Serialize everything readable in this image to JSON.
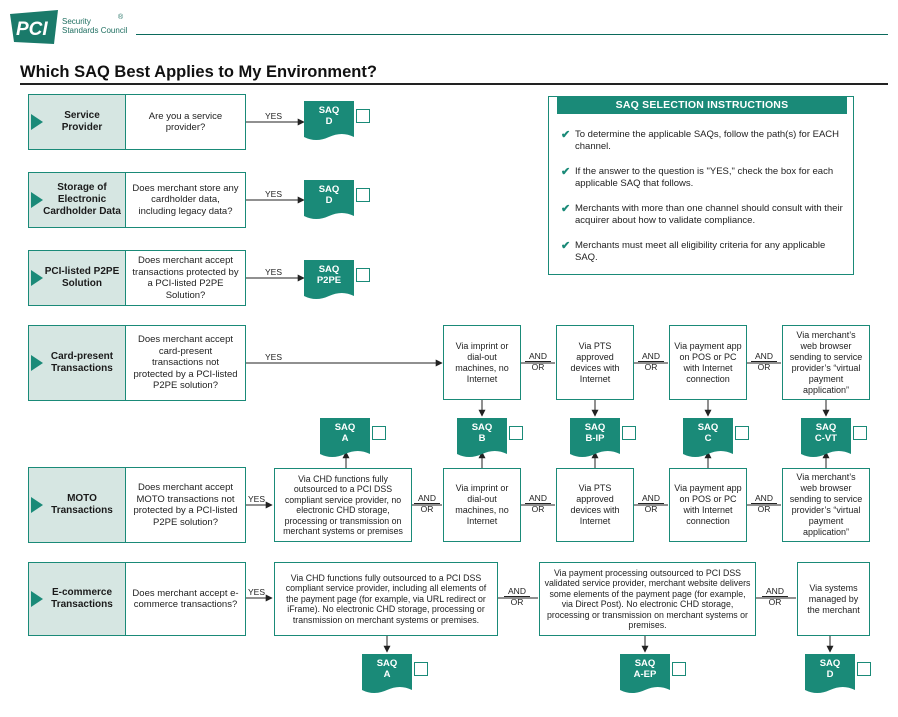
{
  "header": {
    "logo_letters": "PCI",
    "org_line1": "Security",
    "org_line2": "Standards Council",
    "reg": "®"
  },
  "page_title": "Which SAQ Best Applies to My Environment?",
  "colors": {
    "brand_teal": "#1a8a78",
    "label_bg": "#d6e6e2",
    "doc_fill": "#1a8a78"
  },
  "rows": {
    "service": {
      "label": "Service Provider",
      "question": "Are you a service provider?",
      "yes": "YES",
      "saq": {
        "line1": "SAQ",
        "line2": "D"
      }
    },
    "storage": {
      "label": "Storage of Electronic Cardholder Data",
      "question": "Does merchant store any cardholder data, including legacy data?",
      "yes": "YES",
      "saq": {
        "line1": "SAQ",
        "line2": "D"
      }
    },
    "p2pe": {
      "label": "PCI-listed P2PE Solution",
      "question": "Does merchant accept transactions protected by a PCI-listed P2PE Solution?",
      "yes": "YES",
      "saq": {
        "line1": "SAQ",
        "line2": "P2PE"
      }
    },
    "card_present": {
      "label": "Card-present Transactions",
      "question": "Does merchant accept card-present transactions not protected by a PCI-listed P2PE solution?",
      "yes": "YES",
      "opts": [
        "Via imprint or dial-out machines, no Internet",
        "Via PTS approved devices with Internet",
        "Via payment app on POS or PC with Internet connection",
        "Via merchant’s web browser sending to service provider’s “virtual payment application”"
      ],
      "saqs": [
        {
          "line1": "SAQ",
          "line2": "B"
        },
        {
          "line1": "SAQ",
          "line2": "B-IP"
        },
        {
          "line1": "SAQ",
          "line2": "C"
        },
        {
          "line1": "SAQ",
          "line2": "C-VT"
        }
      ]
    },
    "shared_saq_a": {
      "line1": "SAQ",
      "line2": "A"
    },
    "moto": {
      "label": "MOTO Transactions",
      "question": "Does merchant accept MOTO transactions not protected by a PCI-listed P2PE solution?",
      "yes": "YES",
      "chd": "Via CHD functions fully outsourced to a PCI DSS compliant service provider, no electronic CHD storage, processing or transmission on merchant systems or premises",
      "opts": [
        "Via imprint or dial-out machines, no Internet",
        "Via PTS approved devices with Internet",
        "Via payment app on POS or PC with Internet connection",
        "Via merchant’s web browser sending to service provider’s “virtual payment application”"
      ]
    },
    "ecom": {
      "label": "E-commerce Transactions",
      "question": "Does merchant accept e-commerce transactions?",
      "yes": "YES",
      "opt1": "Via CHD functions fully outsourced to a PCI DSS compliant service provider, including all elements of the payment page (for example, via URL redirect or iFrame). No electronic CHD storage, processing or transmission on merchant systems or premises.",
      "opt2": "Via payment processing outsourced to PCI DSS validated service provider, merchant website delivers some elements of the payment page (for example, via Direct Post). No electronic CHD storage, processing or transmission on merchant systems or premises.",
      "opt3": "Via systems managed by the merchant",
      "saqs": [
        {
          "line1": "SAQ",
          "line2": "A"
        },
        {
          "line1": "SAQ",
          "line2": "A-EP"
        },
        {
          "line1": "SAQ",
          "line2": "D"
        }
      ]
    }
  },
  "connector": {
    "and": "AND",
    "or": "OR"
  },
  "instructions": {
    "heading": "SAQ SELECTION INSTRUCTIONS",
    "items": [
      "To determine the applicable SAQs, follow the path(s) for EACH channel.",
      "If the answer to the question is \"YES,\" check the box for each applicable SAQ that follows.",
      "Merchants with more than one channel should consult with their acquirer about how to validate compliance.",
      "Merchants must meet all eligibility criteria for any applicable SAQ."
    ],
    "check_glyph": "✔"
  },
  "icons": [
    "pci-logo",
    "arrow-right-icon",
    "document-icon",
    "checkbox-icon",
    "checkmark-icon"
  ]
}
